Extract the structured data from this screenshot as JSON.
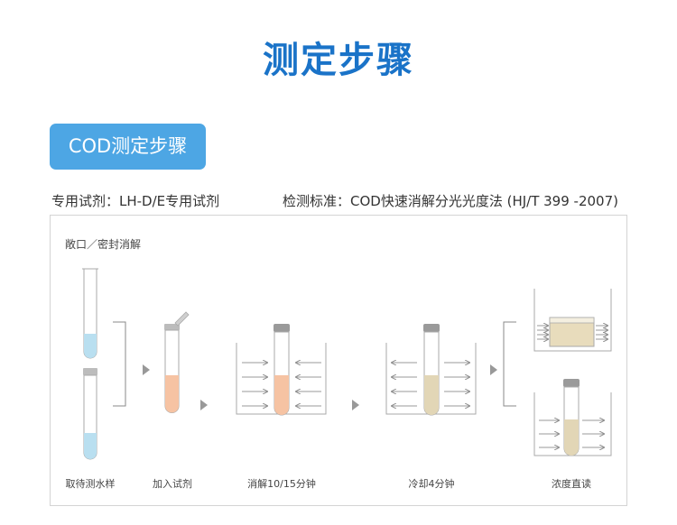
{
  "title": "测定步骤",
  "badge": "COD测定步骤",
  "reagent": "专用试剂：LH-D/E专用试剂",
  "standard": "检测标准：COD快速消解分光光度法 (HJ/T 399 -2007)",
  "panel_heading": "敞口／密封消解",
  "steps": [
    {
      "label": "取待测水样"
    },
    {
      "label": "加入试剂"
    },
    {
      "label": "消解10/15分钟"
    },
    {
      "label": "冷却4分钟"
    },
    {
      "label": "浓度直读"
    }
  ],
  "colors": {
    "title": "#1a73c8",
    "badge": "#4da6e4",
    "water": "#b9dff0",
    "reagent_mix": "#f6c3a3",
    "cooled": "#e2d6b6",
    "cap": "#9a9a9a",
    "arrow": "#888888"
  }
}
